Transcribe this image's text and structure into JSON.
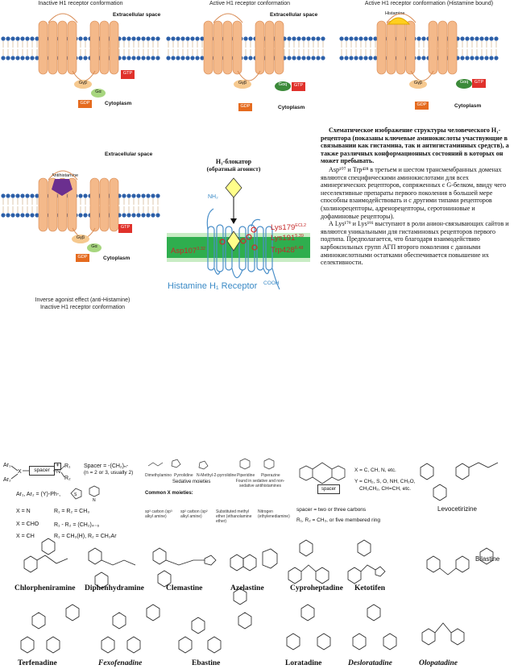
{
  "panels": {
    "p1": {
      "title": "Inactive H1 receptor conformation",
      "extracellular": "Extracellular space",
      "cytoplasm": "Cytoplasm",
      "gb": "Gγβ",
      "ga": "Gα",
      "gtp": "GTP",
      "gdp": "GDP"
    },
    "p2": {
      "title": "Active H1 receptor conformation",
      "extracellular": "Extracellular space",
      "cytoplasm": "Cytoplasm",
      "gb": "Gγβ",
      "gaq": "Gαq",
      "gtp": "GTP",
      "gdp": "GDP"
    },
    "p3": {
      "title": "Active H1 receptor conformation (Histamine bound)",
      "histamine": "Histamine",
      "cytoplasm": "Cytoplasm",
      "gb": "Gγβ",
      "gaq": "Gαq",
      "gtp": "GTP",
      "gdp": "GDP"
    },
    "p4": {
      "extracellular": "Extracellular space",
      "antihistamine": "Antihistamine",
      "cytoplasm": "Cytoplasm",
      "gb": "Gγβ",
      "ga": "Gα",
      "gtp": "GTP",
      "gdp": "GDP",
      "caption1": "Inverse agonist effect (anti-Histamine)",
      "caption2": "Inactive H1 receptor conformation"
    }
  },
  "blocker": {
    "title1": "H₁-блокатор",
    "title2": "(обратный агонист)",
    "nh2": "NH₂",
    "cooh": "COOH",
    "lys179": "Lys179",
    "lys179_sup": "ECL2",
    "lys191": "Lys191",
    "lys191_sup": "5.39",
    "asp107": "Asp107",
    "asp107_sup": "3.32",
    "trp428": "Trp428",
    "trp428_sup": "6.48",
    "receptor": "Histamine H₁ Receptor"
  },
  "ru_text": {
    "para1": "Схематическое изображение структуры человеческого H₁-рецептора (показаны ключевые аминокислоты участвующие в связывании как гистамина, так и антигистаминных средств), а также различных конформационных состояний в которых он может пребывать.",
    "para2": "Asp¹⁰⁷ и Trp⁴²⁸ в третьем и шестом трансмембранных доменах являются специфическими аминокислотами для всех аминергических рецепторов, сопряженных с G-белком, ввиду чего неселективные препараты первого поколения в большей мере способны взаимодействовать и с другими типами рецепторов (холинорецепторы, адренорецепторы, серотониновые и дофаминовые рецепторы).",
    "para3": "А Lys¹⁷⁹ и Lys¹⁹¹ выступают в роли анион-связывающих сайтов и являются уникальными для гистаминовых рецепторов первого подтипа. Предполагается, что благодаря взаимодействию карбоксильных групп АГП второго поколения с данными аминокислотными остатками обеспечивается повышение их селективности."
  },
  "chem": {
    "general": {
      "ar1": "Ar₁",
      "ar2": "Ar₂",
      "x": "X",
      "spacer": "spacer",
      "n": "N",
      "r1": "R₁",
      "r2": "R₂",
      "plus": "+",
      "spacer_def": "Spacer = -(CH₂)ₙ-",
      "spacer_n": "(n = 2 or 3, usually 2)",
      "ar_def": "Ar₁, Ar₂ = (Y)-Ph-,",
      "x_n": "X = N",
      "x_n_r": "R₁ = R₂ = CH₃",
      "x_cho": "X = CHO",
      "x_cho_r": "R₁ - R₂ = (CH₂)₄₋₆",
      "x_ch": "X = CH",
      "x_ch_r": "R₁ = CH₃(H), R₂ = CH₂Ar"
    },
    "moieties": {
      "dimethylamino": "Dimethylamino",
      "pyrrolidine": "Pyrrolidine",
      "nmethyl": "N-Methyl-2-pyrrolidine",
      "piperidine": "Piperidine",
      "piperazine": "Piperazine",
      "sedative": "Sedative moieties",
      "found": "Found in sedative and non-sedative antihistamines",
      "common": "Common X moieties:",
      "sp3": "sp³ carbon (sp³ alkyl amine)",
      "sp2": "sp² carbon (sp² alkyl amine)",
      "ether": "Substituted methyl ether (ethanolamine ether)",
      "nitrogen": "Nitrogen (ethylenediamine)"
    },
    "tricyclic": {
      "x_def": "X = C, CH, N, etc.",
      "y_def1": "Y = CH₂, S, O, NH, CH₂O,",
      "y_def2": "CH₂CH₂, CH=CH, etc.",
      "spacer_def": "spacer = two or three carbons",
      "r_def": "R₁, R₂ = CH₃, or five membered ring",
      "spacer": "spacer"
    },
    "drugs": {
      "chlorpheniramine": "Chlorpheniramine",
      "diphenhydramine": "Diphenhydramine",
      "clemastine": "Clemastine",
      "azelastine": "Azelastine",
      "cyproheptadine": "Cyproheptadine",
      "ketotifen": "Ketotifen",
      "levocetirizine": "Levocetirizine",
      "bilastine": "Bilastine",
      "terfenadine": "Terfenadine",
      "fexofenadine": "Fexofenadine",
      "ebastine": "Ebastine",
      "loratadine": "Loratadine",
      "desloratadine": "Desloratadine",
      "olopatadine": "Olopatadine"
    }
  }
}
